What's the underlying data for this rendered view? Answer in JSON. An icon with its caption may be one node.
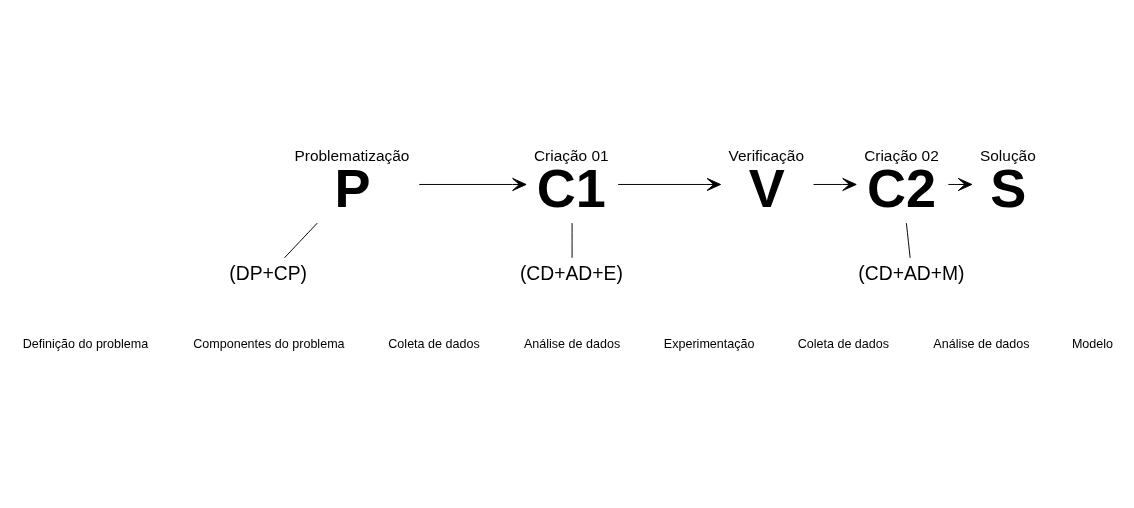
{
  "diagram": {
    "nodes": [
      {
        "text": [
          "Problematização",
          "P"
        ]
      },
      {
        "text": [
          "Criação 01",
          "C1"
        ]
      },
      {
        "text": [
          "Verificação",
          "V"
        ]
      },
      {
        "text": [
          "Criação 02",
          "C2"
        ]
      },
      {
        "text": [
          "Solução",
          "S"
        ]
      },
      {
        "text": [
          "(DP+CP)"
        ]
      },
      {
        "text": [
          "(CD+AD+E)"
        ]
      },
      {
        "text": [
          "(CD+AD+M)"
        ]
      }
    ],
    "edges": [
      {
        "from": 0,
        "to": 1,
        "arrow": "to"
      },
      {
        "from": 1,
        "to": 2,
        "arrow": "to"
      },
      {
        "from": 2,
        "to": 3,
        "arrow": "to"
      },
      {
        "from": 3,
        "to": 4,
        "arrow": "to"
      },
      {
        "from": 0,
        "to": 5,
        "arrow": "none"
      },
      {
        "from": 1,
        "to": 6,
        "arrow": "none"
      },
      {
        "from": 3,
        "to": 7,
        "arrow": "none"
      }
    ],
    "labels": [
      "Definição do problema",
      "Componentes do problema",
      "Coleta de dados",
      "Análise de dados",
      "Experimentação",
      "Coleta de dados",
      "Análise de dados",
      "Modelo"
    ]
  }
}
